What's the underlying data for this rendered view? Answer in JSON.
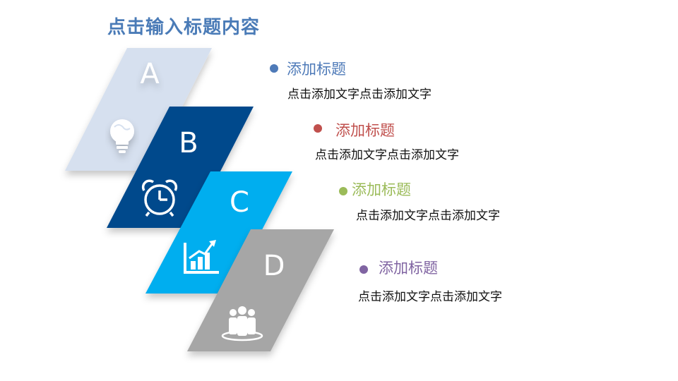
{
  "title": "点击输入标题内容",
  "colors": {
    "a": "#d6e0ef",
    "b": "#044a8c",
    "c": "#00aeef",
    "d": "#a6a6a6",
    "title": "#4a7bb7"
  },
  "panels": [
    {
      "letter": "A",
      "icon": "lightbulb-icon"
    },
    {
      "letter": "B",
      "icon": "alarm-clock-icon"
    },
    {
      "letter": "C",
      "icon": "growth-chart-icon"
    },
    {
      "letter": "D",
      "icon": "team-icon"
    }
  ],
  "items": [
    {
      "title": "添加标题",
      "desc": "点击添加文字点击添加文字",
      "color": "#4e7ab8"
    },
    {
      "title": "添加标题",
      "desc": "点击添加文字点击添加文字",
      "color": "#c0504d"
    },
    {
      "title": "添加标题",
      "desc": "点击添加文字点击添加文字",
      "color": "#9bbb59"
    },
    {
      "title": "添加标题",
      "desc": "点击添加文字点击添加文字",
      "color": "#8064a2"
    }
  ]
}
